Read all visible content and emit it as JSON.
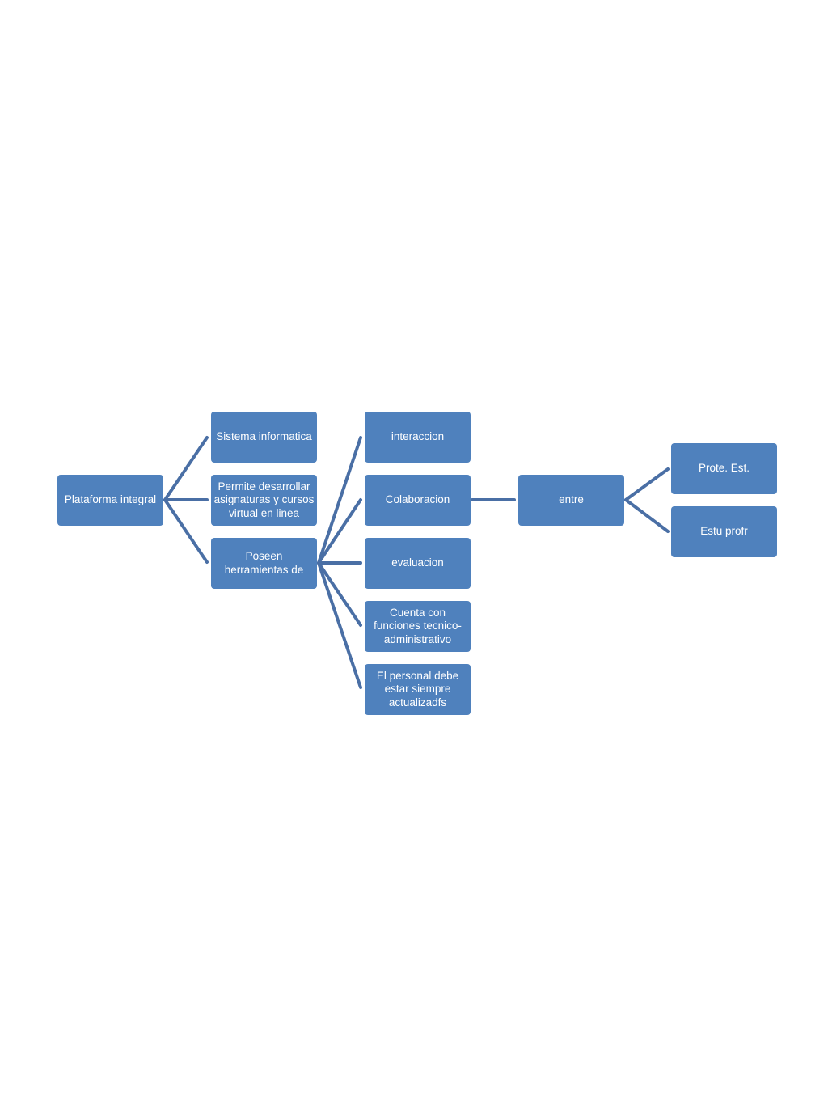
{
  "diagram": {
    "colors": {
      "node_fill": "#4f81bd",
      "node_text": "#ffffff",
      "connector": "#4a6fa5"
    },
    "nodes": {
      "root": "Plataforma integral",
      "sistema": "Sistema informatica",
      "permite": "Permite desarrollar asignaturas y cursos virtual en linea",
      "poseen": "Poseen\nherramientas  de",
      "interaccion": "interaccion",
      "colaboracion": "Colaboracion",
      "evaluacion": "evaluacion",
      "cuenta": "Cuenta con funciones tecnico-administrativo",
      "personal": "El personal debe estar siempre actualizadfs",
      "entre": "entre",
      "prote": "Prote. Est.",
      "estu": "Estu profr"
    }
  }
}
